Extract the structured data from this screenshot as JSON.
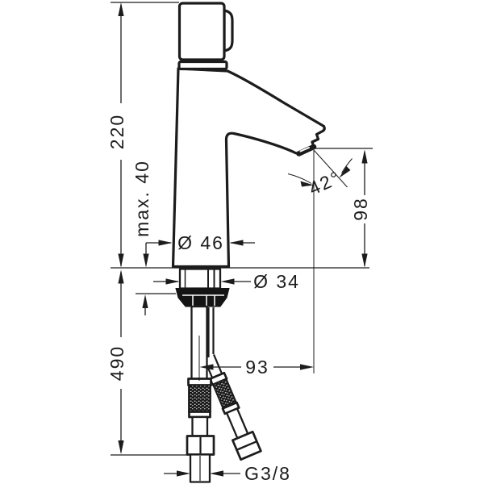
{
  "drawing": {
    "background": "#ffffff",
    "line_color": "#1c1c1c",
    "labels": {
      "total_height": "220",
      "max_mounting_thickness": "max. 40",
      "body_diameter": "Ø 46",
      "shank_diameter": "Ø 34",
      "hose_length": "490",
      "spout_reach": "93",
      "outlet_height": "98",
      "spout_angle": "42°",
      "connection_thread": "G3/8"
    }
  }
}
